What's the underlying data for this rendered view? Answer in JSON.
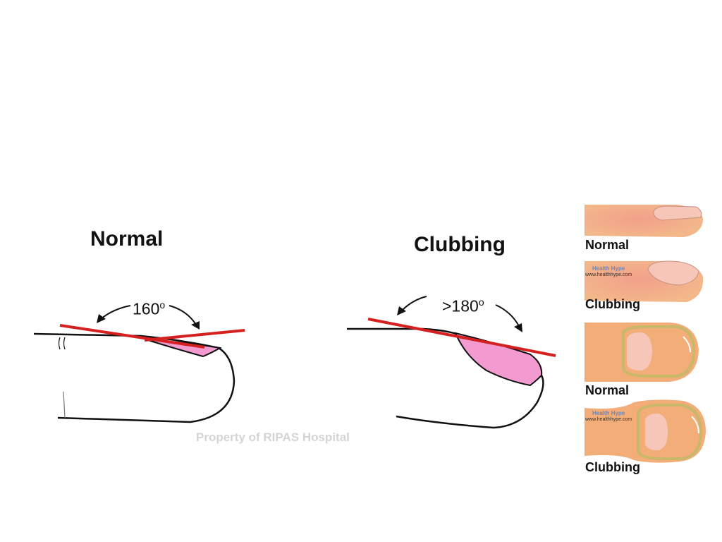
{
  "normal_diagram": {
    "title": "Normal",
    "angle": "160",
    "angle_unit": "o"
  },
  "clubbing_diagram": {
    "title": "Clubbing",
    "angle": ">180",
    "angle_unit": "o"
  },
  "watermark": "Property of RIPAS Hospital",
  "side_panels": [
    {
      "label": "Normal",
      "view": "side"
    },
    {
      "label": "Clubbing",
      "view": "side",
      "site_name": "Health Hype",
      "site_url": "www.healthhype.com"
    },
    {
      "label": "Normal",
      "view": "top"
    },
    {
      "label": "Clubbing",
      "view": "top",
      "site_name": "Health Hype",
      "site_url": "www.healthhype.com"
    }
  ],
  "colors": {
    "angle_line": "#d62020",
    "nail_fill": "#f39ad0",
    "skin": "#f0b07d",
    "nail_light": "#f6c7b8"
  }
}
